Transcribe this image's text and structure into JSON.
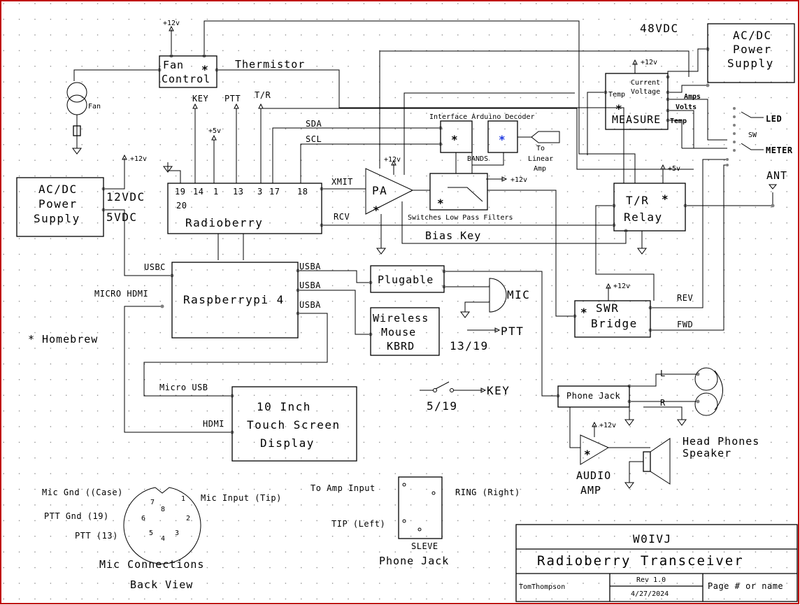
{
  "title_block": {
    "callsign": "W0IVJ",
    "project": "Radioberry Transceiver",
    "author": "TomThompson",
    "revision": "Rev 1.0",
    "date": "4/27/2024",
    "page": "Page # or name"
  },
  "notes": {
    "homebrew": "* Homebrew",
    "star": "*"
  },
  "supply_voltages": {
    "p12": "+12v",
    "p5": "+5v",
    "v48": "48VDC",
    "v12dc": "12VDC",
    "v5dc": "5VDC"
  },
  "blocks": {
    "fan_control": [
      "Fan",
      "Control"
    ],
    "fan": "Fan",
    "thermistor": "Thermistor",
    "ac_dc_supply": [
      "AC/DC",
      "Power",
      "Supply"
    ],
    "radioberry": "Radioberry",
    "radioberry_pins": [
      "19",
      "14",
      "1",
      "13",
      "3",
      "17",
      "18"
    ],
    "radioberry_pin20": "20",
    "signals": {
      "key": "KEY",
      "ptt": "PTT",
      "tr": "T/R",
      "sda": "SDA",
      "scl": "SCL",
      "xmit": "XMIT",
      "rcv": "RCV",
      "bias_key": "Bias Key",
      "bands": "BANDS"
    },
    "pa": "PA",
    "interface_title": "Interface Arduino Decoder",
    "to_linear_amp": [
      "To",
      "Linear",
      "Amp"
    ],
    "lpf_caption": "Switches Low Pass Filters",
    "measure": {
      "label": "MEASURE",
      "current": "Current",
      "voltage": "Voltage",
      "temp_in": "Temp",
      "amps": "Amps",
      "volts": "Volts",
      "temp_out": "Temp"
    },
    "switch": {
      "led": "LED",
      "sw": "SW",
      "meter": "METER"
    },
    "tr_relay": [
      "T/R",
      "Relay"
    ],
    "ant": "ANT",
    "swr_bridge": [
      "SWR",
      "Bridge"
    ],
    "rev": "REV",
    "fwd": "FWD",
    "rpi": "Raspberrypi 4",
    "usb_ports": {
      "usbc": "USBC",
      "usba1": "USBA",
      "usba2": "USBA",
      "usba3": "USBA",
      "micro_hdmi": "MICRO HDMI"
    },
    "plugable": "Plugable",
    "mic": "MIC",
    "ptt_out": "PTT",
    "ptt_pins": "13/19",
    "wireless": [
      "Wireless",
      "Mouse",
      "KBRD"
    ],
    "key_out": "KEY",
    "key_pins": "5/19",
    "phone_jack_block": "Phone Jack",
    "lr": {
      "l": "L",
      "r": "R"
    },
    "headphones": [
      "Head Phones",
      "Speaker"
    ],
    "audio_amp": [
      "AUDIO",
      "AMP"
    ],
    "display": [
      "10 Inch",
      "Touch Screen",
      "Display"
    ],
    "display_ports": {
      "micro_usb": "Micro USB",
      "hdmi": "HDMI"
    }
  },
  "mic_connector": {
    "labels": {
      "mic_gnd": "Mic Gnd ((Case)",
      "mic_input": "Mic Input (Tip)",
      "ptt_gnd": "PTT Gnd (19)",
      "ptt": "PTT (13)"
    },
    "pins": [
      "1",
      "2",
      "3",
      "4",
      "5",
      "6",
      "7",
      "8"
    ],
    "caption": [
      "Mic Connections",
      "Back View"
    ]
  },
  "phone_jack_detail": {
    "to_amp": "To Amp Input",
    "ring": "RING (Right)",
    "tip": "TIP (Left)",
    "sleeve": "SLEVE",
    "caption": "Phone Jack"
  }
}
